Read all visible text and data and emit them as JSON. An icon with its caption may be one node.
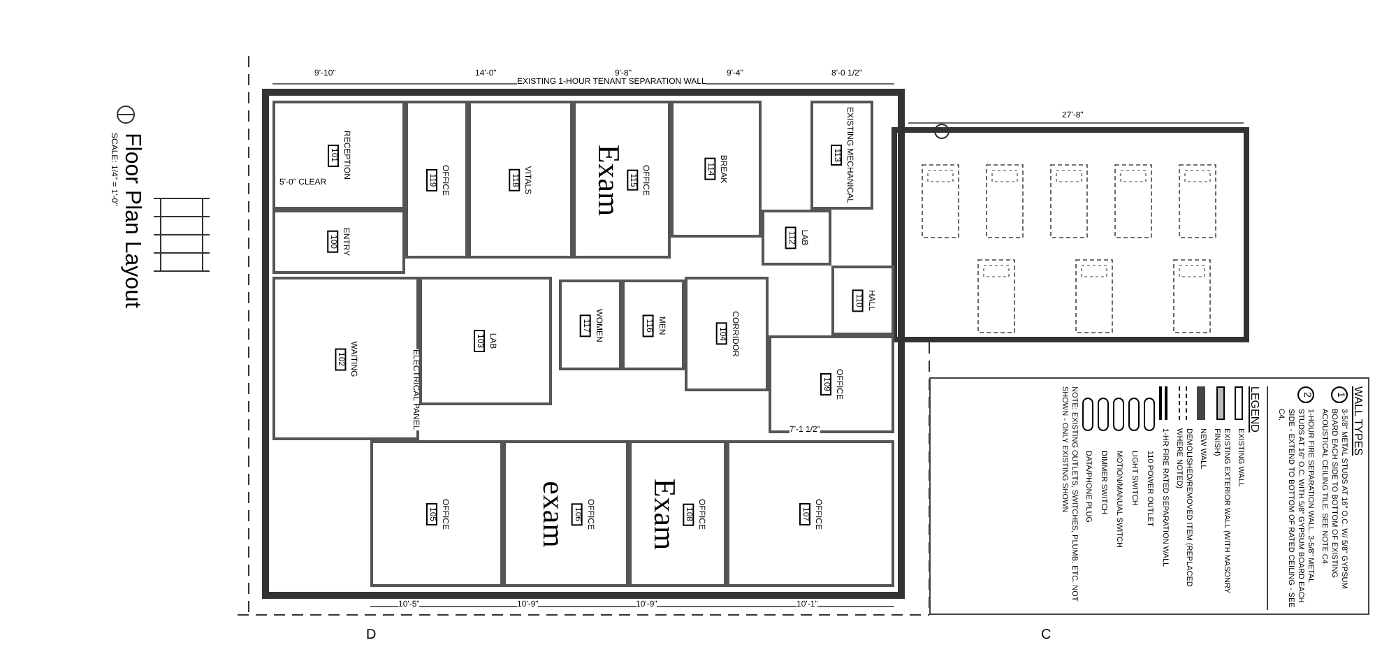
{
  "diagram": {
    "title": "Floor Plan Layout",
    "nodes": [
      {
        "text": [
          "RECEPTION",
          "101"
        ]
      },
      {
        "text": [
          "ENTRY",
          "100"
        ]
      },
      {
        "text": [
          "WAITING",
          "102"
        ]
      },
      {
        "text": [
          "OFFICE",
          "119"
        ]
      },
      {
        "text": [
          "VITALS",
          "118"
        ]
      },
      {
        "text": [
          "OFFICE",
          "115",
          "Exam"
        ]
      },
      {
        "text": [
          "BREAK",
          "114"
        ]
      },
      {
        "text": [
          "LAB",
          "112"
        ]
      },
      {
        "text": [
          "EXISTING MECHANICAL",
          "113"
        ]
      },
      {
        "text": [
          "HALL",
          "110"
        ]
      },
      {
        "text": [
          "LAB",
          "103"
        ]
      },
      {
        "text": [
          "WOMEN",
          "117"
        ]
      },
      {
        "text": [
          "MEN",
          "116"
        ]
      },
      {
        "text": [
          "CORRIDOR",
          "104"
        ]
      },
      {
        "text": [
          "OFFICE",
          "109"
        ]
      },
      {
        "text": [
          "OFFICE",
          "105"
        ]
      },
      {
        "text": [
          "OFFICE",
          "106",
          "exam"
        ]
      },
      {
        "text": [
          "OFFICE",
          "108",
          "Exam"
        ]
      },
      {
        "text": [
          "OFFICE",
          "107"
        ]
      }
    ],
    "labels": [
      "SCALE: 1/4\" = 1'-0\"",
      "EXISTING 1-HOUR TENANT SEPARATION WALL",
      "9'-10\"",
      "14'-0\"",
      "9'-8\"",
      "9'-4\"",
      "8'-0 1/2\"",
      "27'-8\"",
      "5'-0\" CLEAR",
      "ELECTRICAL PANEL",
      "10'-5\"",
      "10'-9\"",
      "10'-9\"",
      "10'-1\"",
      "7'-1 1/2\"",
      "WALL TYPES",
      "1",
      "3-5/8\" METAL STUDS AT 16\" O.C. W/ 5/8\" GYPSUM BOARD EACH SIDE TO BOTTOM OF EXISTING ACOUSTICAL CEILING TILE. SEE NOTE C4.",
      "2",
      "1-HOUR FIRE SEPARATION WALL. 3-5/8\" METAL STUDS AT 16\" O.C. WITH 5/8\" GYPSUM BOARD EACH SIDE - EXTEND TO BOTTOM OF RATED CEILING - SEE C4.",
      "LEGEND",
      "NOTE: EXISTING OUTLETS, SWITCHES, PLUMB. ETC. NOT SHOWN - ONLY EXISTING SHOWN",
      "D",
      "C"
    ],
    "legend": [
      {
        "text": "EXISTING WALL"
      },
      {
        "text": "EXISTING EXTERIOR WALL (WITH MASONRY FINISH)"
      },
      {
        "text": "NEW WALL"
      },
      {
        "text": "DEMOLISHED/REMOVED ITEM (REPLACED WHERE NOTED)"
      },
      {
        "text": "1-HR FIRE RATED SEPARATION WALL"
      },
      {
        "text": "110 POWER OUTLET"
      },
      {
        "text": "LIGHT SWITCH"
      },
      {
        "text": "MOTION/MANUAL SWITCH"
      },
      {
        "text": "DIMMER SWITCH"
      },
      {
        "text": "DATA/PHONE PLUG"
      }
    ]
  }
}
